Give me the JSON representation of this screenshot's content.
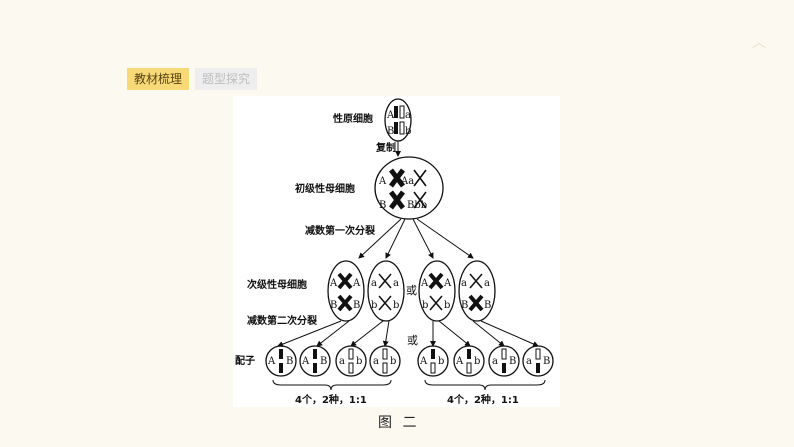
{
  "tabs": [
    {
      "label": "教材梳理",
      "active": true
    },
    {
      "label": "题型探究",
      "active": false
    }
  ],
  "corner_symbol": "︿",
  "figure": {
    "labels": {
      "primordial": "性原细胞",
      "replication": "复制",
      "primary": "初级性母细胞",
      "meiosis1": "减数第一次分裂",
      "secondary": "次级性母细胞",
      "meiosis2": "减数第二次分裂",
      "gamete": "配子",
      "or1": "或",
      "or2": "或",
      "summary_left": "4个，2种，1:1",
      "summary_right": "4个，2种，1:1"
    },
    "genes": {
      "p_A": "A",
      "p_a": "a",
      "p_B": "B",
      "p_b": "b",
      "pr_A": "A",
      "pr_Aa": "Aa",
      "pr_B": "B",
      "pr_Bb": "Bbb",
      "s1_A": "A",
      "s1_A2": "A",
      "s1_B": "B",
      "s1_B2": "B",
      "s2_a": "a",
      "s2_a2": "a",
      "s2_b": "b",
      "s2_b2": "b",
      "s3_A": "A",
      "s3_A2": "A",
      "s3_b": "b",
      "s3_b2": "b",
      "s4_a": "a",
      "s4_a2": "a",
      "s4_B": "B",
      "s4_B2": "B",
      "g1_A": "A",
      "g1_B": "B",
      "g2_A": "A",
      "g2_B": "B",
      "g3_a": "a",
      "g3_b": "b",
      "g4_a": "a",
      "g4_b": "b",
      "g5_A": "A",
      "g5_b": "b",
      "g6_A": "A",
      "g6_b": "b",
      "g7_a": "a",
      "g7_B": "B",
      "g8_a": "a",
      "g8_B": "B"
    }
  },
  "caption": "图 二"
}
